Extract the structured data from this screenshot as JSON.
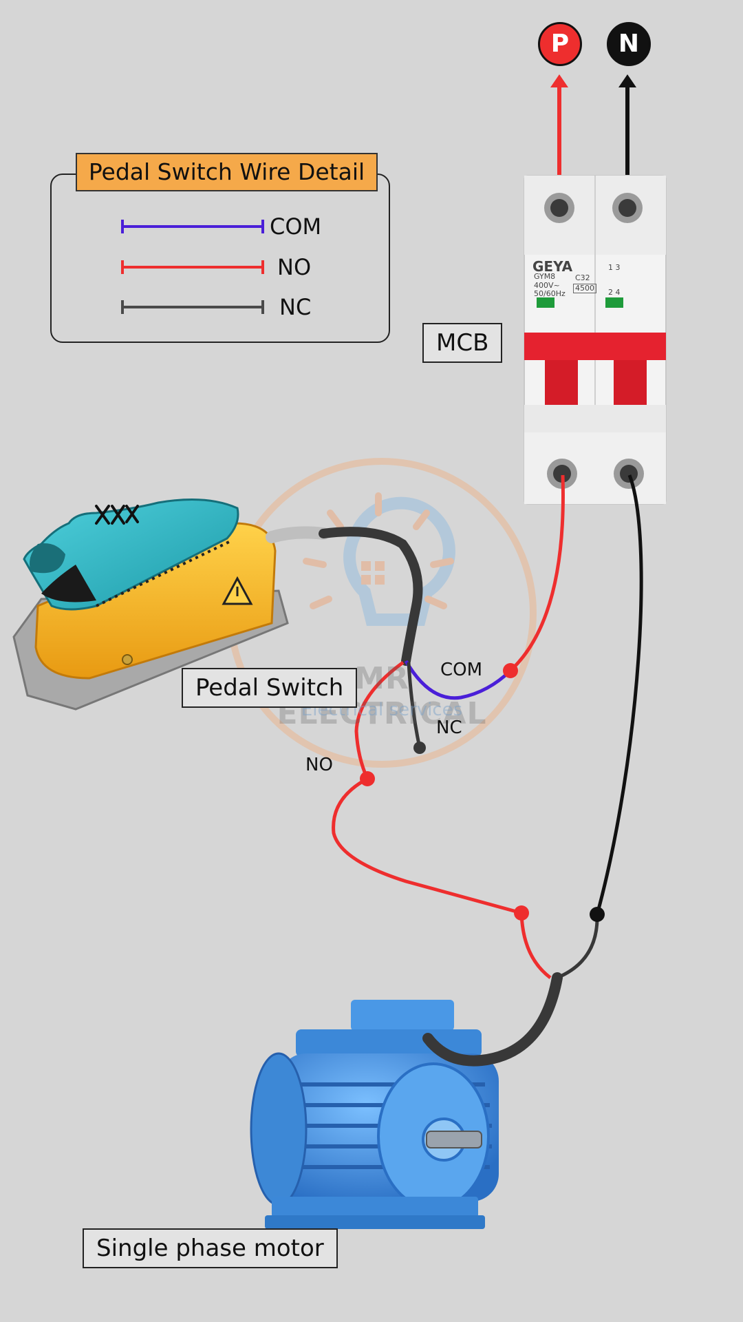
{
  "legend": {
    "title": "Pedal Switch Wire Detail",
    "items": [
      {
        "label": "COM",
        "color": "#4a1fd8"
      },
      {
        "label": "NO",
        "color": "#ee2e2e"
      },
      {
        "label": "NC",
        "color": "#4a4a4a"
      }
    ]
  },
  "terminals": {
    "phase": {
      "label": "P",
      "color": "#ee2e2e"
    },
    "neutral": {
      "label": "N",
      "color": "#111111"
    }
  },
  "labels": {
    "mcb": "MCB",
    "pedal_switch": "Pedal Switch",
    "motor": "Single phase motor",
    "wire_com": "COM",
    "wire_nc": "NC",
    "wire_no": "NO"
  },
  "mcb_device": {
    "brand": "GEYA",
    "model": "GYM8",
    "voltage": "400V~",
    "frequency": "50/60Hz",
    "rating": "C32",
    "breaking": "4500",
    "terminals_top": "1  3",
    "terminals_bottom": "2  4"
  },
  "watermark": {
    "title": "MR ELECTRICAL",
    "subtitle": "Electrical services"
  },
  "colors": {
    "background": "#d6d6d6",
    "phase_wire": "#ee2e2e",
    "neutral_wire": "#111111",
    "com_wire": "#4a1fd8",
    "motor_blue": "#3f8fe0",
    "pedal_yellow": "#f5b722"
  }
}
